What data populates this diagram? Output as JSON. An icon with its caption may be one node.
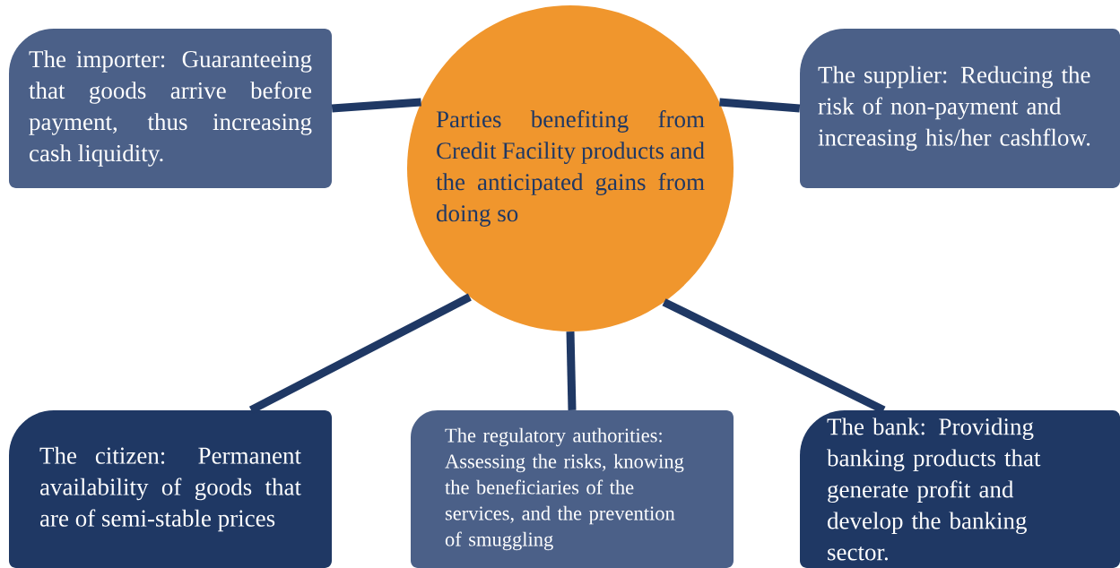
{
  "diagram": {
    "nodes": [
      {
        "text": [
          "The importer: Guaranteeing that goods arrive before payment, thus increasing cash liquidity."
        ]
      },
      {
        "text": [
          "Parties benefiting from Credit Facility products and the anticipated gains from doing so"
        ]
      },
      {
        "text": [
          "The supplier: Reducing the risk of non-payment and increasing his/her cashflow."
        ]
      },
      {
        "text": [
          "The citizen: Permanent availability of goods that are of semi-stable prices"
        ]
      },
      {
        "text": [
          "The regulatory authorities: Assessing the risks, knowing the beneficiaries of the services, and the prevention of smuggling"
        ]
      },
      {
        "text": [
          "The bank: Providing banking products that generate profit and develop the banking sector."
        ]
      }
    ],
    "edges": [
      {
        "from": 1,
        "to": 0,
        "arrow": "none"
      },
      {
        "from": 1,
        "to": 2,
        "arrow": "none"
      },
      {
        "from": 1,
        "to": 3,
        "arrow": "none"
      },
      {
        "from": 1,
        "to": 4,
        "arrow": "none"
      },
      {
        "from": 1,
        "to": 5,
        "arrow": "none"
      }
    ]
  }
}
